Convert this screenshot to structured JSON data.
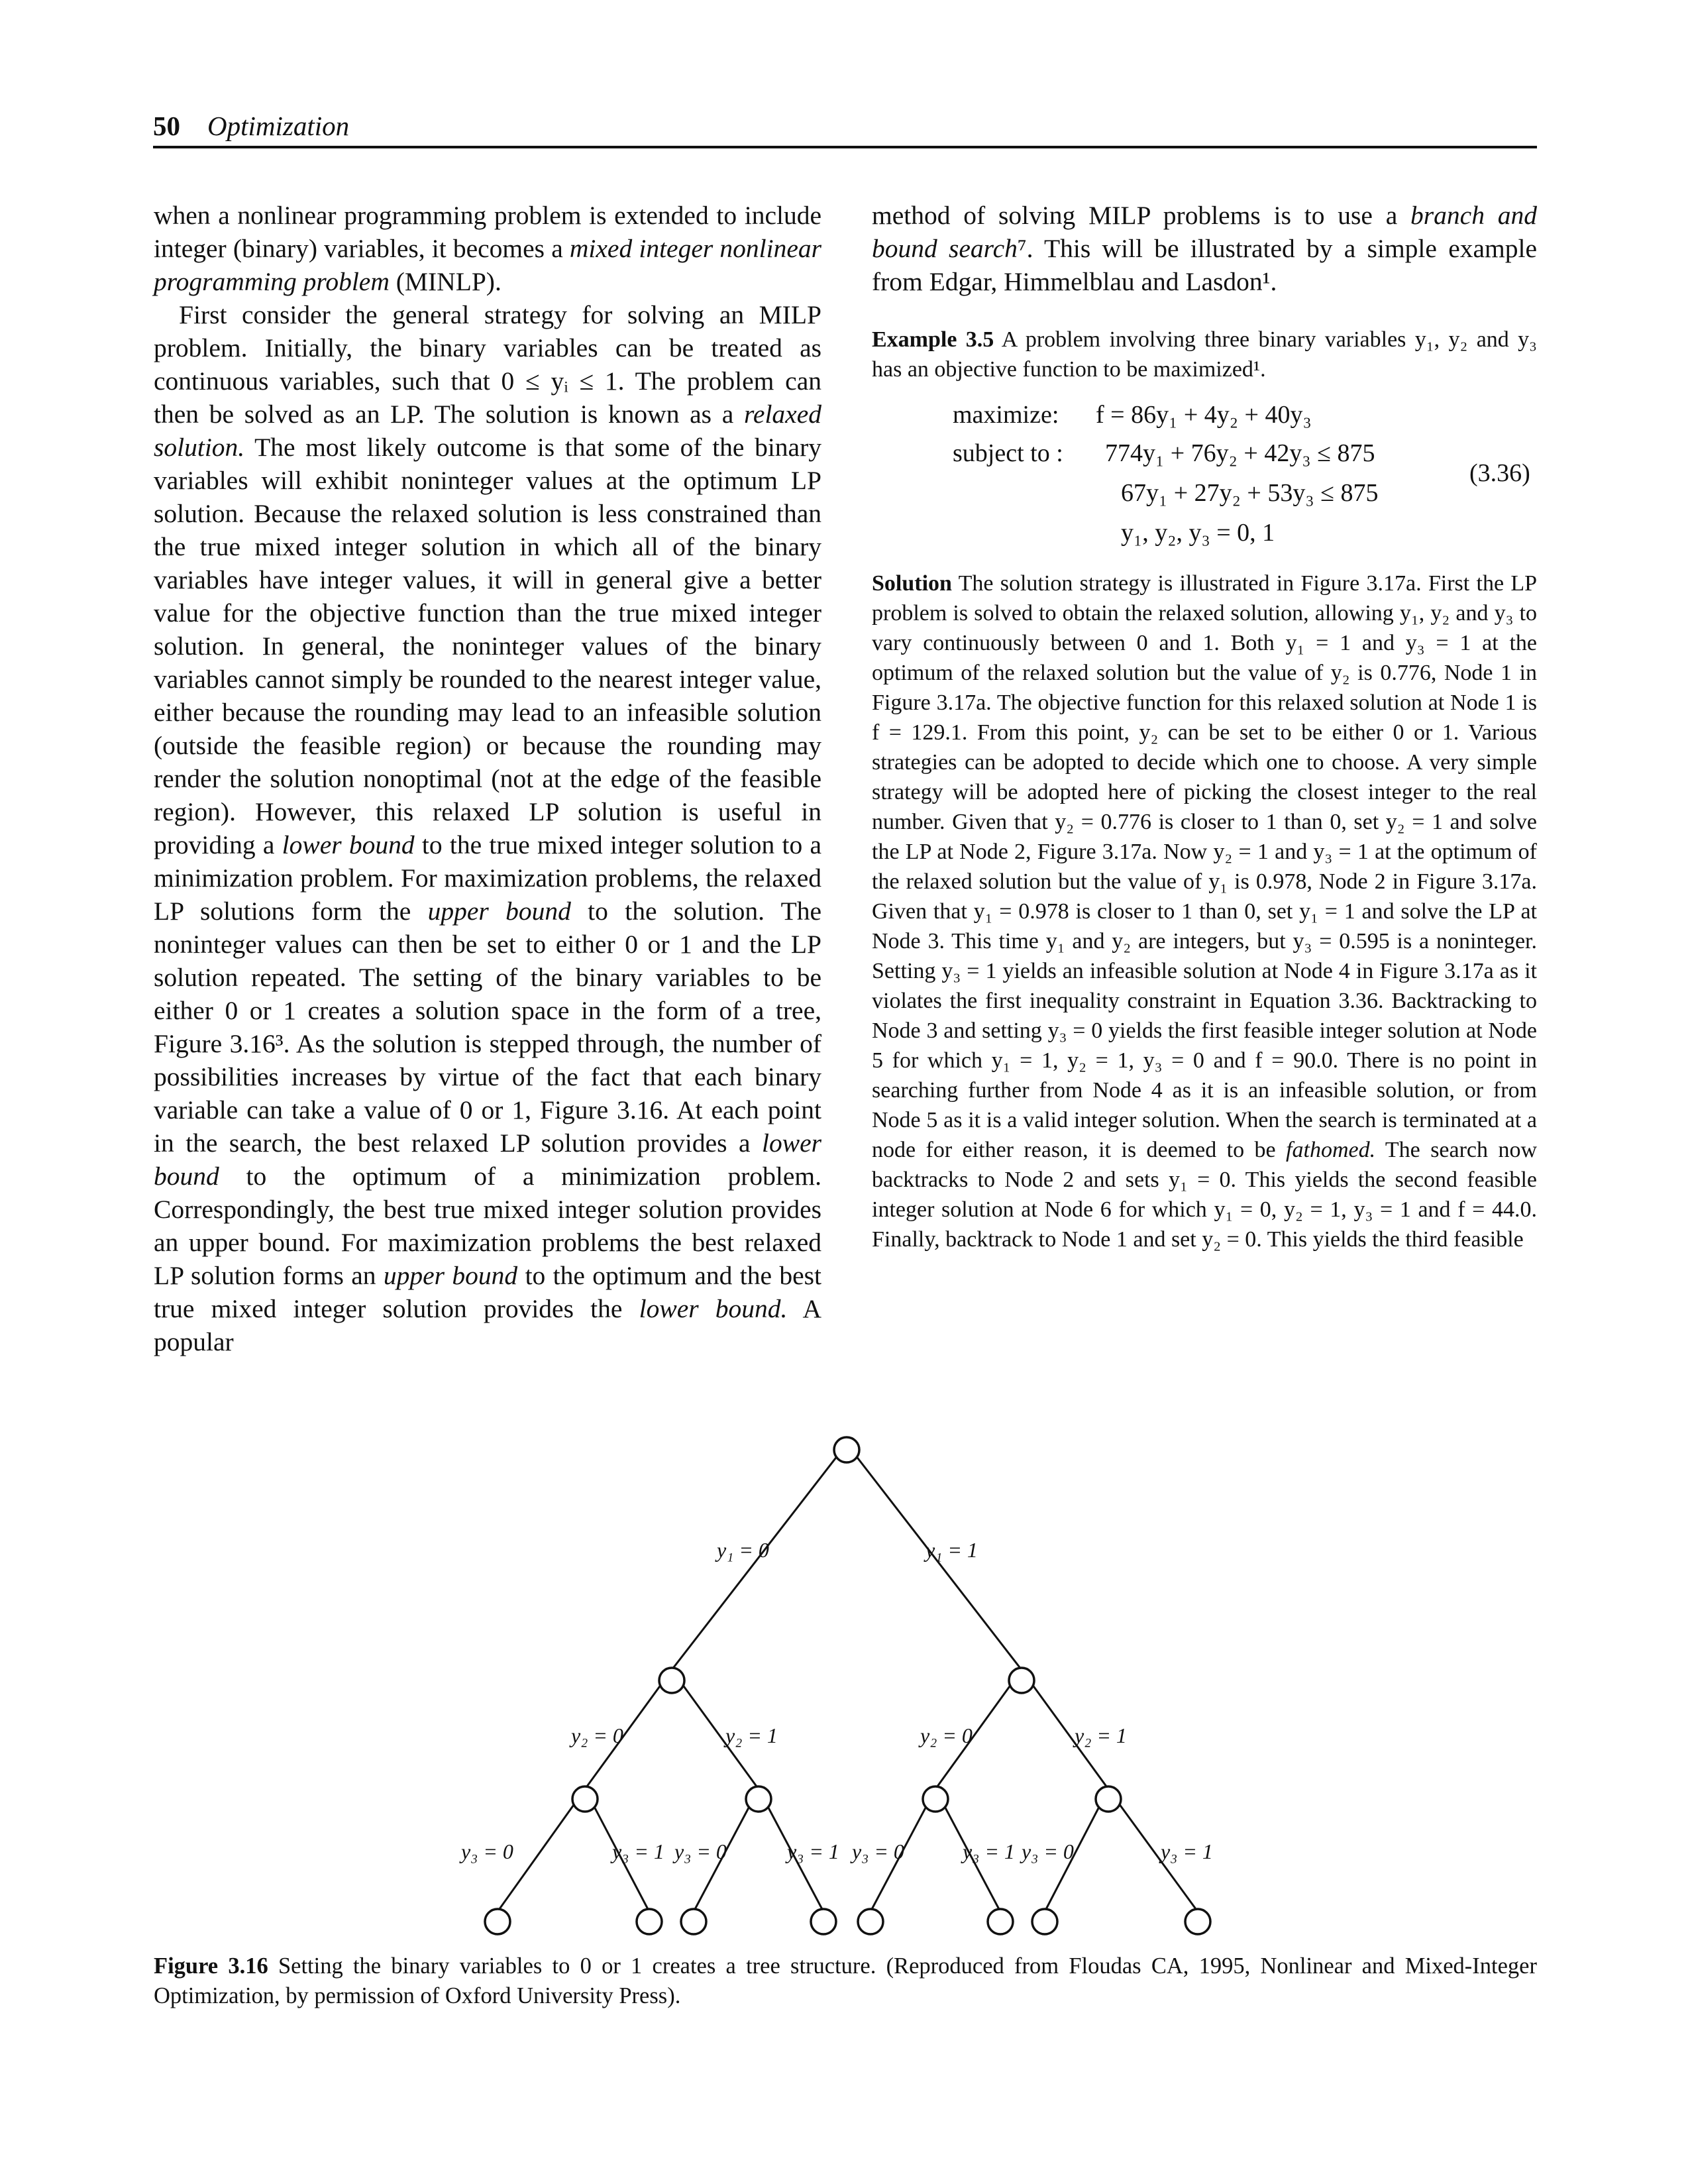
{
  "header": {
    "page_number": "50",
    "running_title": "Optimization"
  },
  "left_column": {
    "p1_a": "when a nonlinear programming problem is extended to include integer (binary) variables, it becomes a ",
    "p1_em": "mixed integer nonlinear programming problem",
    "p1_b": " (MINLP).",
    "p2_a": "First consider the general strategy for solving an MILP problem. Initially, the binary variables can be treated as continuous variables, such that 0 ≤ yᵢ ≤ 1. The problem can then be solved as an LP. The solution is known as a ",
    "p2_em1": "relaxed solution.",
    "p2_b": " The most likely outcome is that some of the binary variables will exhibit noninteger values at the optimum LP solution. Because the relaxed solution is less constrained than the true mixed integer solution in which all of the binary variables have integer values, it will in general give a better value for the objective function than the true mixed integer solution. In general, the noninteger values of the binary variables cannot simply be rounded to the nearest integer value, either because the rounding may lead to an infeasible solution (outside the feasible region) or because the rounding may render the solution nonoptimal (not at the edge of the feasible region). However, this relaxed LP solution is useful in providing a ",
    "p2_em2": "lower bound",
    "p2_c": " to the true mixed integer solution to a minimization problem. For maximization problems, the relaxed LP solutions form the ",
    "p2_em3": "upper bound",
    "p2_d": " to the solution. The noninteger values can then be set to either 0 or 1 and the LP solution repeated. The setting of the binary variables to be either 0 or 1 creates a solution space in the form of a tree, Figure 3.16³. As the solution is stepped through, the number of possibilities increases by virtue of the fact that each binary variable can take a value of 0 or 1, Figure 3.16. At each point in the search, the best relaxed LP solution provides a ",
    "p2_em4": "lower bound",
    "p2_e": " to the optimum of a minimization problem. Correspondingly, the best true mixed integer solution provides an upper bound. For maximization problems the best relaxed LP solution forms an ",
    "p2_em5": "upper bound",
    "p2_f": " to the optimum and the best true mixed integer solution provides the ",
    "p2_em6": "lower bound.",
    "p2_g": " A popular"
  },
  "right_column": {
    "p1_a": "method of solving MILP problems is to use a ",
    "p1_em": "branch and bound search",
    "p1_b": "⁷. This will be illustrated by a simple example from Edgar, Himmelblau and Lasdon¹.",
    "example_label": "Example 3.5",
    "example_text": "  A problem involving three binary variables y₁, y₂ and y₃ has an objective function to be maximized¹.",
    "equation": {
      "label_maximize": "maximize:",
      "objective": "f = 86y₁ + 4y₂ + 40y₃",
      "label_subject": "subject to :",
      "constraint1": "774y₁ + 76y₂ + 42y₃ ≤ 875",
      "constraint2": "67y₁ + 27y₂ + 53y₃ ≤ 875",
      "constraint3": "y₁, y₂, y₃ = 0, 1",
      "number": "(3.36)"
    },
    "solution_label": "Solution",
    "solution_a": "  The solution strategy is illustrated in Figure 3.17a. First the LP problem is solved to obtain the relaxed solution, allowing y₁, y₂ and y₃ to vary continuously between 0 and 1. Both y₁ = 1 and y₃ = 1 at the optimum of the relaxed solution but the value of y₂ is 0.776, Node 1 in Figure 3.17a. The objective function for this relaxed solution at Node 1 is f = 129.1. From this point, y₂ can be set to be either 0 or 1. Various strategies can be adopted to decide which one to choose. A very simple strategy will be adopted here of picking the closest integer to the real number. Given that y₂ = 0.776 is closer to 1 than 0, set y₂ = 1 and solve the LP at Node 2, Figure 3.17a. Now y₂ = 1 and y₃ = 1 at the optimum of the relaxed solution but the value of y₁ is 0.978, Node 2 in Figure 3.17a. Given that y₁ = 0.978 is closer to 1 than 0, set y₁ = 1 and solve the LP at Node 3. This time y₁ and y₂ are integers, but y₃ = 0.595 is a noninteger. Setting y₃ = 1 yields an infeasible solution at Node 4 in Figure 3.17a as it violates the first inequality constraint in Equation 3.36. Backtracking to Node 3 and setting y₃ = 0 yields the first feasible integer solution at Node 5 for which y₁ = 1, y₂ = 1, y₃ = 0 and f = 90.0. There is no point in searching further from Node 4 as it is an infeasible solution, or from Node 5 as it is a valid integer solution. When the search is terminated at a node for either reason, it is deemed to be ",
    "solution_em": "fathomed.",
    "solution_b": " The search now backtracks to Node 2 and sets y₁ = 0. This yields the second feasible integer solution at Node 6 for which y₁ = 0, y₂ = 1, y₃ = 1 and f = 44.0. Finally, backtrack to Node 1 and set y₂ = 0. This yields the third feasible"
  },
  "figure": {
    "edge_labels": {
      "y1_0": "y₁ = 0",
      "y1_1": "y₁ = 1",
      "y2_0": "y₂ = 0",
      "y2_1": "y₂ = 1",
      "y3_0": "y₃ = 0",
      "y3_1": "y₃ = 1"
    },
    "caption_label": "Figure 3.16",
    "caption_text": "  Setting the binary variables to 0 or 1 creates a tree structure. (Reproduced from Floudas CA, 1995, Nonlinear and Mixed-Integer Optimization, by permission of Oxford University Press)."
  }
}
